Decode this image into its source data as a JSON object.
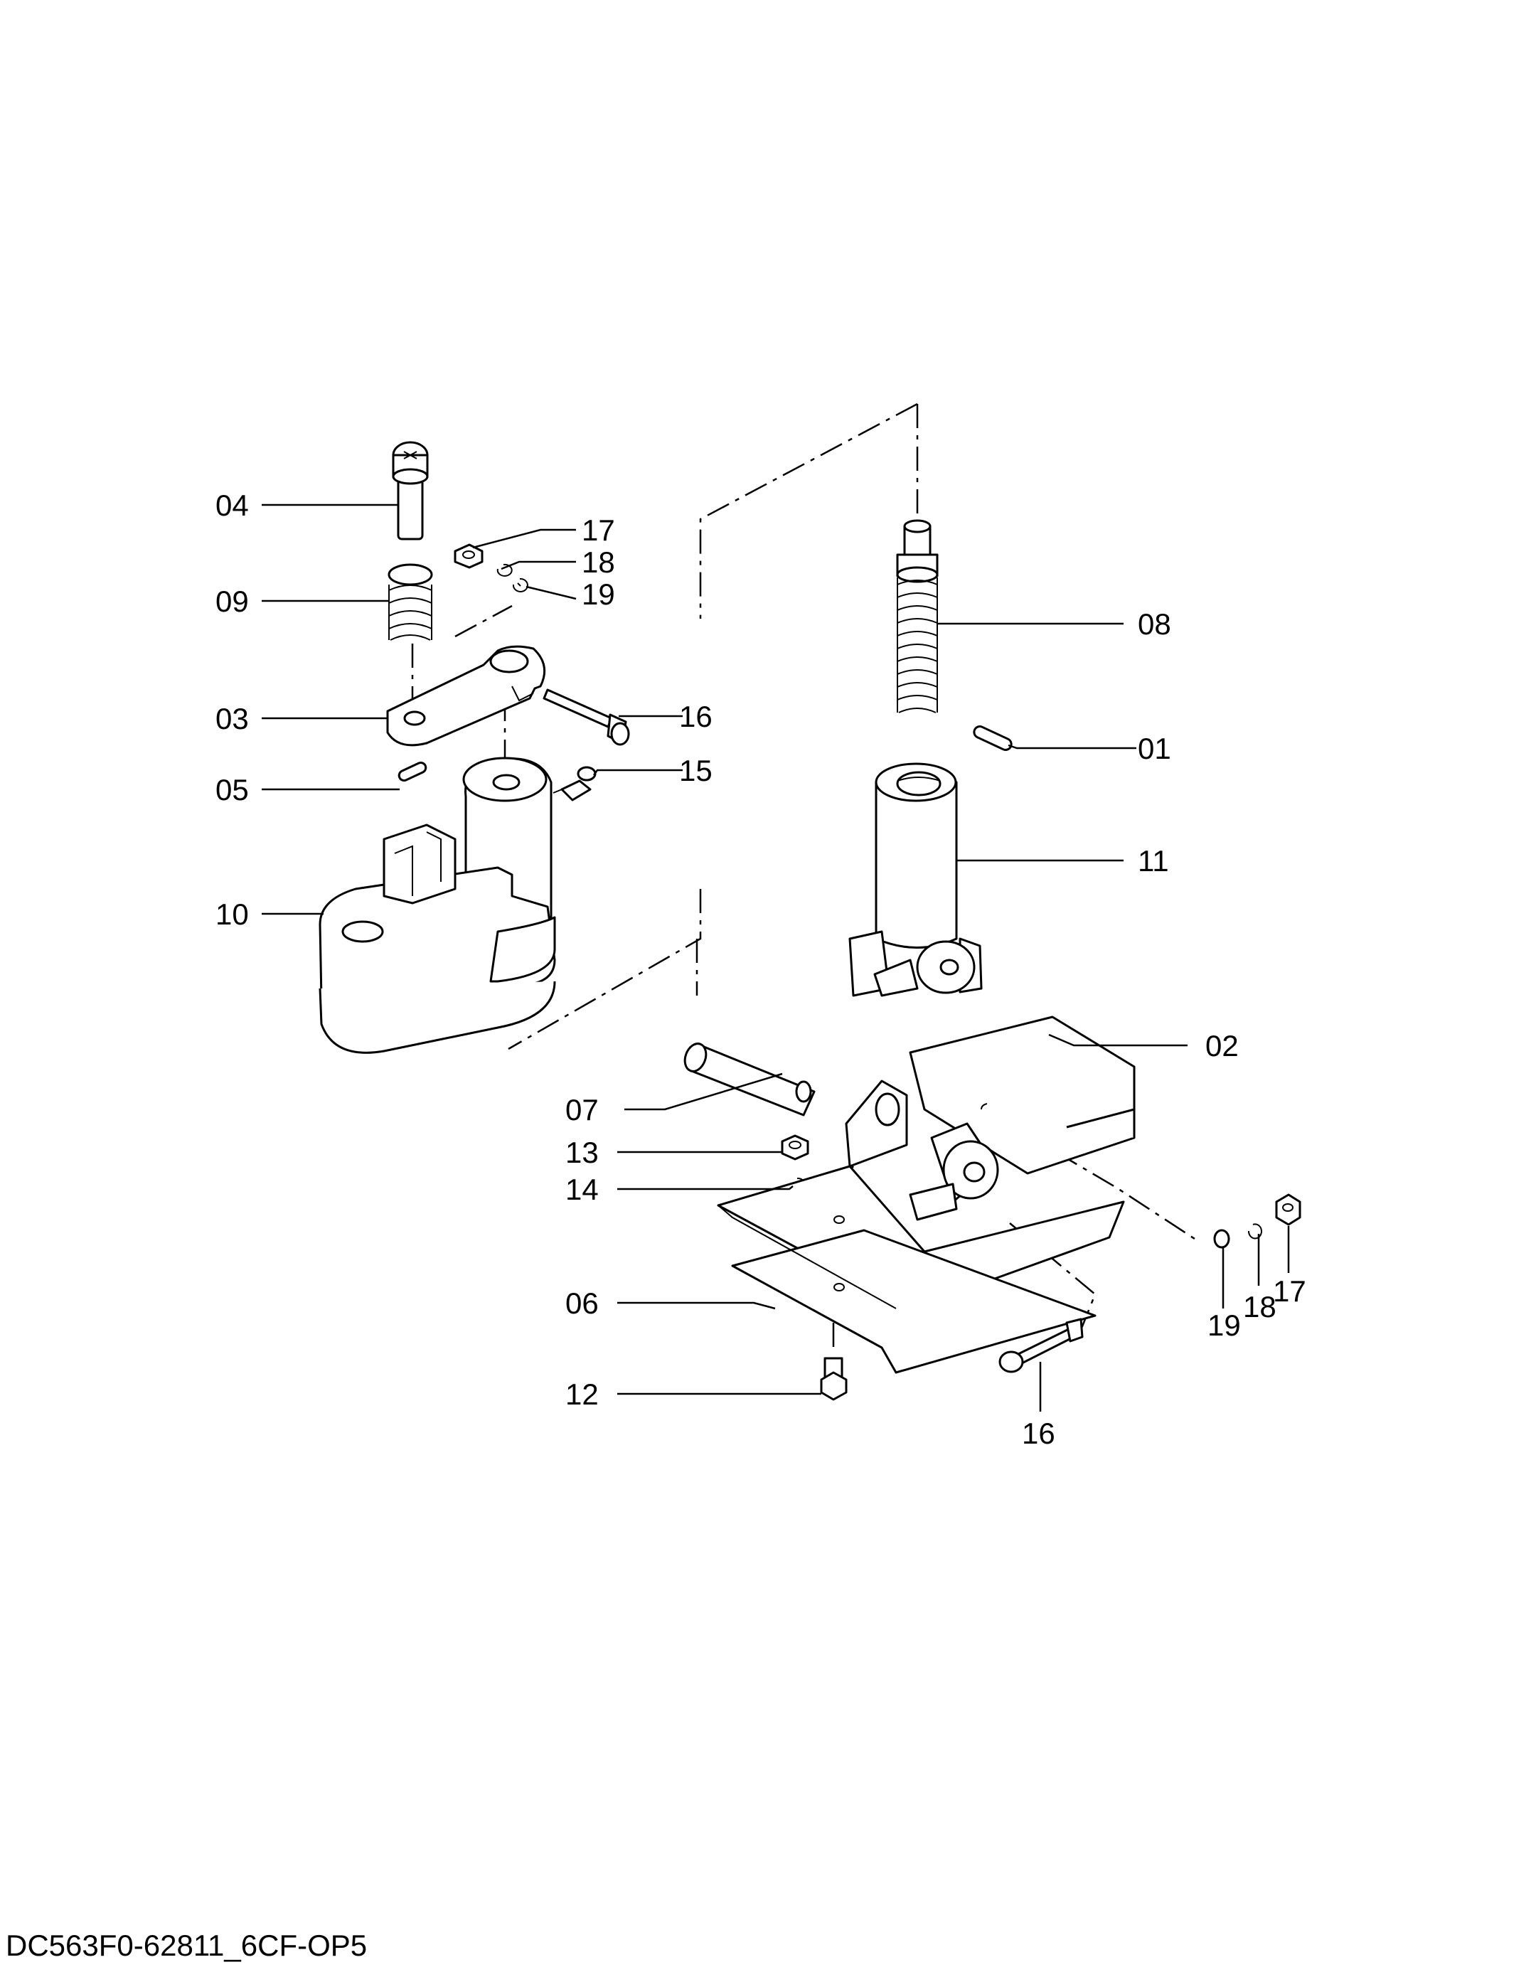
{
  "document_code": "DC563F0-62811_6CF-OP5",
  "callouts": {
    "c01": "01",
    "c02": "02",
    "c03": "03",
    "c04": "04",
    "c05": "05",
    "c06": "06",
    "c07": "07",
    "c08": "08",
    "c09": "09",
    "c10": "10",
    "c11": "11",
    "c12": "12",
    "c13": "13",
    "c14": "14",
    "c15": "15",
    "c16a": "16",
    "c16b": "16",
    "c17a": "17",
    "c17b": "17",
    "c18a": "18",
    "c18b": "18",
    "c19a": "19",
    "c19b": "19"
  }
}
